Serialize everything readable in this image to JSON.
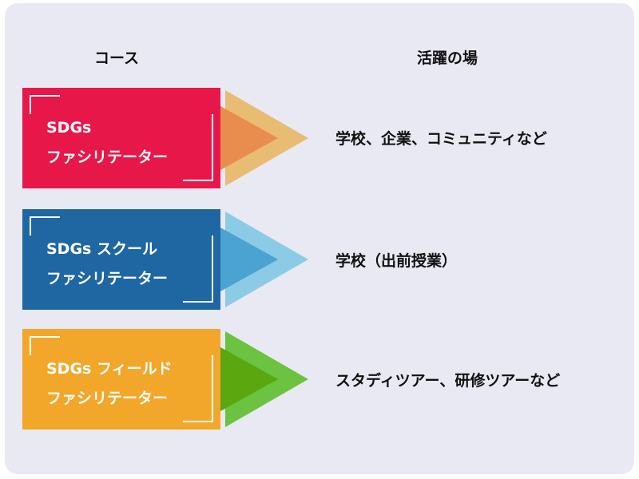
{
  "headers": {
    "course": "コース",
    "role": "活躍の場"
  },
  "rows": [
    {
      "course_line1": "SDGs",
      "course_line2": "ファシリテーター",
      "role": "学校、企業、コミュニティなど",
      "box_color": "#e8174a",
      "arrow_outer": "#e8bc72",
      "arrow_inner": "#e98d4f"
    },
    {
      "course_line1": "SDGs スクール",
      "course_line2": "ファシリテーター",
      "role": "学校（出前授業）",
      "box_color": "#1f67a3",
      "arrow_outer": "#8ccbe6",
      "arrow_inner": "#4aa3d0"
    },
    {
      "course_line1": "SDGs フィールド",
      "course_line2": "ファシリテーター",
      "role": "スタディツアー、研修ツアーなど",
      "box_color": "#f2a72a",
      "arrow_outer": "#6cc241",
      "arrow_inner": "#5aa70f"
    }
  ]
}
